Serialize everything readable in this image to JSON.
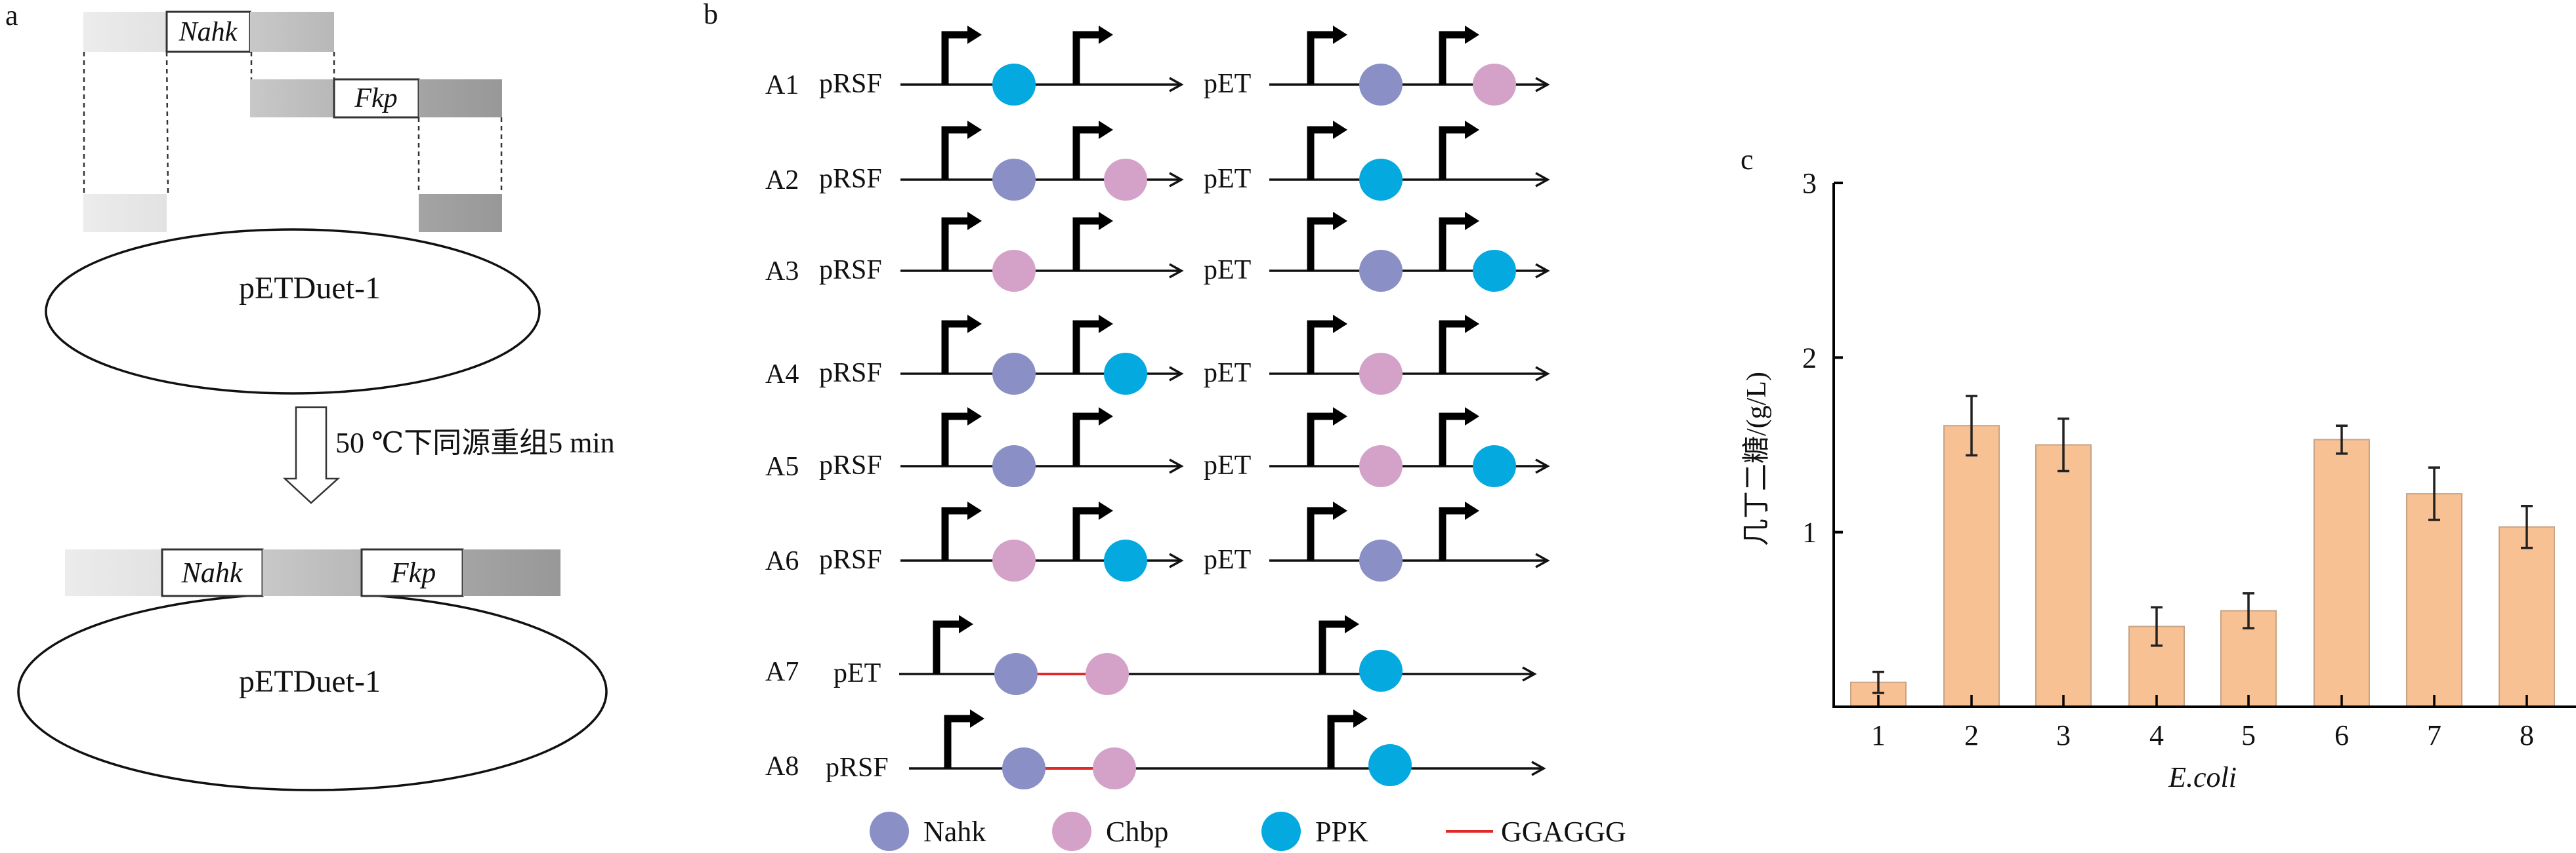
{
  "panel_a": {
    "label": "a",
    "gene1": "Nahk",
    "gene2": "Fkp",
    "vector_top": "pETDuet-1",
    "vector_bottom": "pETDuet-1",
    "arrow_text": "50 ℃下同源重组5 min"
  },
  "panel_b": {
    "label": "b",
    "colors": {
      "Nahk": "#8a90c6",
      "Chbp": "#d4a2c8",
      "PPK": "#04a9df",
      "linker": "#e02a2a"
    },
    "rows": [
      {
        "id": "A1",
        "left": {
          "plasmid": "pRSF",
          "genes": [
            "PPK",
            null
          ]
        },
        "right": {
          "plasmid": "pET",
          "genes": [
            "Nahk",
            "Chbp"
          ]
        }
      },
      {
        "id": "A2",
        "left": {
          "plasmid": "pRSF",
          "genes": [
            "Nahk",
            "Chbp"
          ]
        },
        "right": {
          "plasmid": "pET",
          "genes": [
            "PPK",
            null
          ]
        }
      },
      {
        "id": "A3",
        "left": {
          "plasmid": "pRSF",
          "genes": [
            "Chbp",
            null
          ]
        },
        "right": {
          "plasmid": "pET",
          "genes": [
            "Nahk",
            "PPK"
          ]
        }
      },
      {
        "id": "A4",
        "left": {
          "plasmid": "pRSF",
          "genes": [
            "Nahk",
            "PPK"
          ]
        },
        "right": {
          "plasmid": "pET",
          "genes": [
            "Chbp",
            null
          ]
        }
      },
      {
        "id": "A5",
        "left": {
          "plasmid": "pRSF",
          "genes": [
            "Nahk",
            null
          ]
        },
        "right": {
          "plasmid": "pET",
          "genes": [
            "Chbp",
            "PPK"
          ]
        }
      },
      {
        "id": "A6",
        "left": {
          "plasmid": "pRSF",
          "genes": [
            "Chbp",
            "PPK"
          ]
        },
        "right": {
          "plasmid": "pET",
          "genes": [
            "Nahk",
            null
          ]
        }
      }
    ],
    "fusion_rows": [
      {
        "id": "A7",
        "plasmid": "pET",
        "fusion": [
          "Nahk",
          "Chbp"
        ],
        "second": "PPK"
      },
      {
        "id": "A8",
        "plasmid": "pRSF",
        "fusion": [
          "Nahk",
          "Chbp"
        ],
        "second": "PPK"
      }
    ],
    "legend": [
      {
        "label": "Nahk",
        "kind": "circle",
        "key": "Nahk"
      },
      {
        "label": "Chbp",
        "kind": "circle",
        "key": "Chbp"
      },
      {
        "label": "PPK",
        "kind": "circle",
        "key": "PPK"
      },
      {
        "label": "GGAGGG",
        "kind": "line",
        "key": "linker"
      }
    ]
  },
  "chart_data": {
    "type": "bar",
    "panel_label": "c",
    "categories": [
      "1",
      "2",
      "3",
      "4",
      "5",
      "6",
      "7",
      "8"
    ],
    "values": [
      0.14,
      1.61,
      1.5,
      0.46,
      0.55,
      1.53,
      1.22,
      1.03
    ],
    "errors": [
      0.06,
      0.17,
      0.15,
      0.11,
      0.1,
      0.08,
      0.15,
      0.12
    ],
    "xlabel": "E.coli",
    "ylabel": "几丁二糖/(g/L)",
    "ylim": [
      0,
      3
    ],
    "yticks": [
      "1",
      "2",
      "3"
    ],
    "bar_color": "#f7c194",
    "grid": false,
    "legend": "none"
  }
}
